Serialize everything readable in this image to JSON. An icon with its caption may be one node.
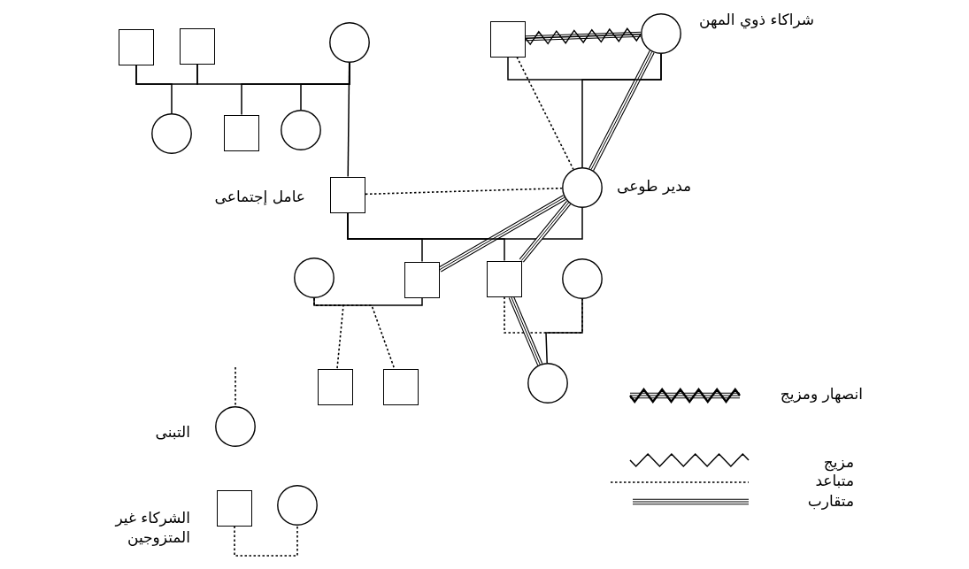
{
  "diagram": {
    "nodes": [
      {
        "text": [],
        "shape": "box"
      },
      {
        "text": [],
        "shape": "box"
      },
      {
        "text": [],
        "shape": "circle"
      },
      {
        "text": [],
        "shape": "circle"
      },
      {
        "text": [],
        "shape": "box"
      },
      {
        "text": [],
        "shape": "circle"
      },
      {
        "text": [],
        "shape": "box",
        "beside": [
          "عامل إجتماعى"
        ]
      },
      {
        "text": [],
        "shape": "box"
      },
      {
        "text": [],
        "shape": "circle",
        "beside": [
          "شراكاء ذوي المهن"
        ]
      },
      {
        "text": [],
        "shape": "circle",
        "beside": [
          "مدير طوعى"
        ]
      },
      {
        "text": [],
        "shape": "circle"
      },
      {
        "text": [],
        "shape": "box"
      },
      {
        "text": [],
        "shape": "box"
      },
      {
        "text": [],
        "shape": "circle"
      },
      {
        "text": [],
        "shape": "box"
      },
      {
        "text": [],
        "shape": "box"
      },
      {
        "text": [],
        "shape": "circle"
      },
      {
        "text": [],
        "shape": "circle"
      },
      {
        "text": [],
        "shape": "box"
      },
      {
        "text": [],
        "shape": "circle"
      }
    ],
    "edges": [
      {
        "from": 0,
        "to": 1,
        "arrow": "none"
      },
      {
        "from": 1,
        "to": 2,
        "arrow": "none"
      },
      {
        "from": 0,
        "to": 3,
        "arrow": "none"
      },
      {
        "from": 2,
        "to": 4,
        "arrow": "none"
      },
      {
        "from": 2,
        "to": 5,
        "arrow": "none"
      },
      {
        "from": 2,
        "to": 6,
        "arrow": "none"
      },
      {
        "from": 6,
        "to": 9,
        "arrow": "none",
        "style": "dashed"
      },
      {
        "from": 7,
        "to": 8,
        "arrow": "none"
      },
      {
        "from": 7,
        "to": 8,
        "arrow": "none"
      },
      {
        "from": 7,
        "to": 9,
        "arrow": "none",
        "style": "dashed"
      },
      {
        "from": 8,
        "to": 9,
        "arrow": "none",
        "style": "thick"
      },
      {
        "from": 8,
        "to": 9,
        "arrow": "none"
      },
      {
        "from": 6,
        "to": 9,
        "arrow": "none"
      },
      {
        "from": 9,
        "to": 11,
        "arrow": "none",
        "style": "thick"
      },
      {
        "from": 9,
        "to": 12,
        "arrow": "none",
        "style": "thick"
      },
      {
        "from": 6,
        "to": 11,
        "arrow": "none"
      },
      {
        "from": 6,
        "to": 12,
        "arrow": "none"
      },
      {
        "from": 10,
        "to": 11,
        "arrow": "none"
      },
      {
        "from": 10,
        "to": 14,
        "arrow": "none",
        "style": "dashed"
      },
      {
        "from": 10,
        "to": 15,
        "arrow": "none",
        "style": "dashed"
      },
      {
        "from": 12,
        "to": 13,
        "arrow": "none",
        "style": "dashed"
      },
      {
        "from": 12,
        "to": 16,
        "arrow": "none",
        "style": "thick"
      },
      {
        "from": 13,
        "to": 16,
        "arrow": "none"
      },
      {
        "from": null,
        "to": 17,
        "arrow": "none",
        "style": "dashed"
      },
      {
        "from": 18,
        "to": 19,
        "arrow": "none",
        "style": "dashed"
      }
    ],
    "labels": [
      "التبنى",
      "الشركاء غير المتزوجين"
    ],
    "legend": [
      {
        "text": "انصهار ومزيج"
      },
      {
        "text": "مزيج"
      },
      {
        "text": "متباعد"
      },
      {
        "text": "متقارب"
      }
    ]
  }
}
